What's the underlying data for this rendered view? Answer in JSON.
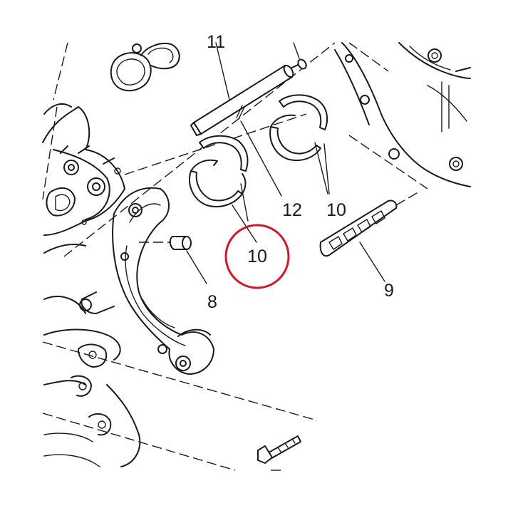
{
  "callouts": {
    "part_10_highlighted": "10",
    "part_10": "10",
    "part_12": "12",
    "part_11": "11",
    "part_9": "9",
    "part_8": "8"
  },
  "colors": {
    "highlight": "#d0182a",
    "line": "#1a1a1a"
  }
}
